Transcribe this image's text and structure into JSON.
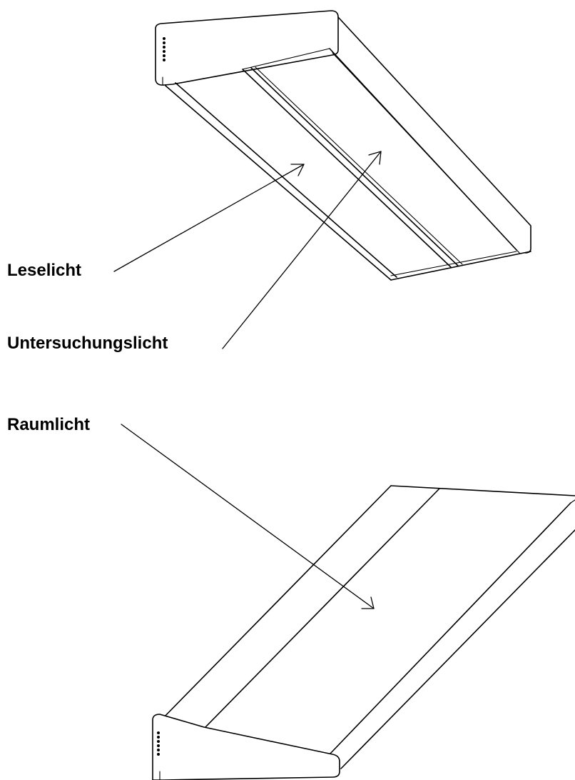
{
  "diagram": {
    "labels": {
      "reading_light": "Leselicht",
      "examination_light": "Untersuchungslicht",
      "room_light": "Raumlicht"
    },
    "line_color": "#000000",
    "background_color": "#ffffff"
  }
}
